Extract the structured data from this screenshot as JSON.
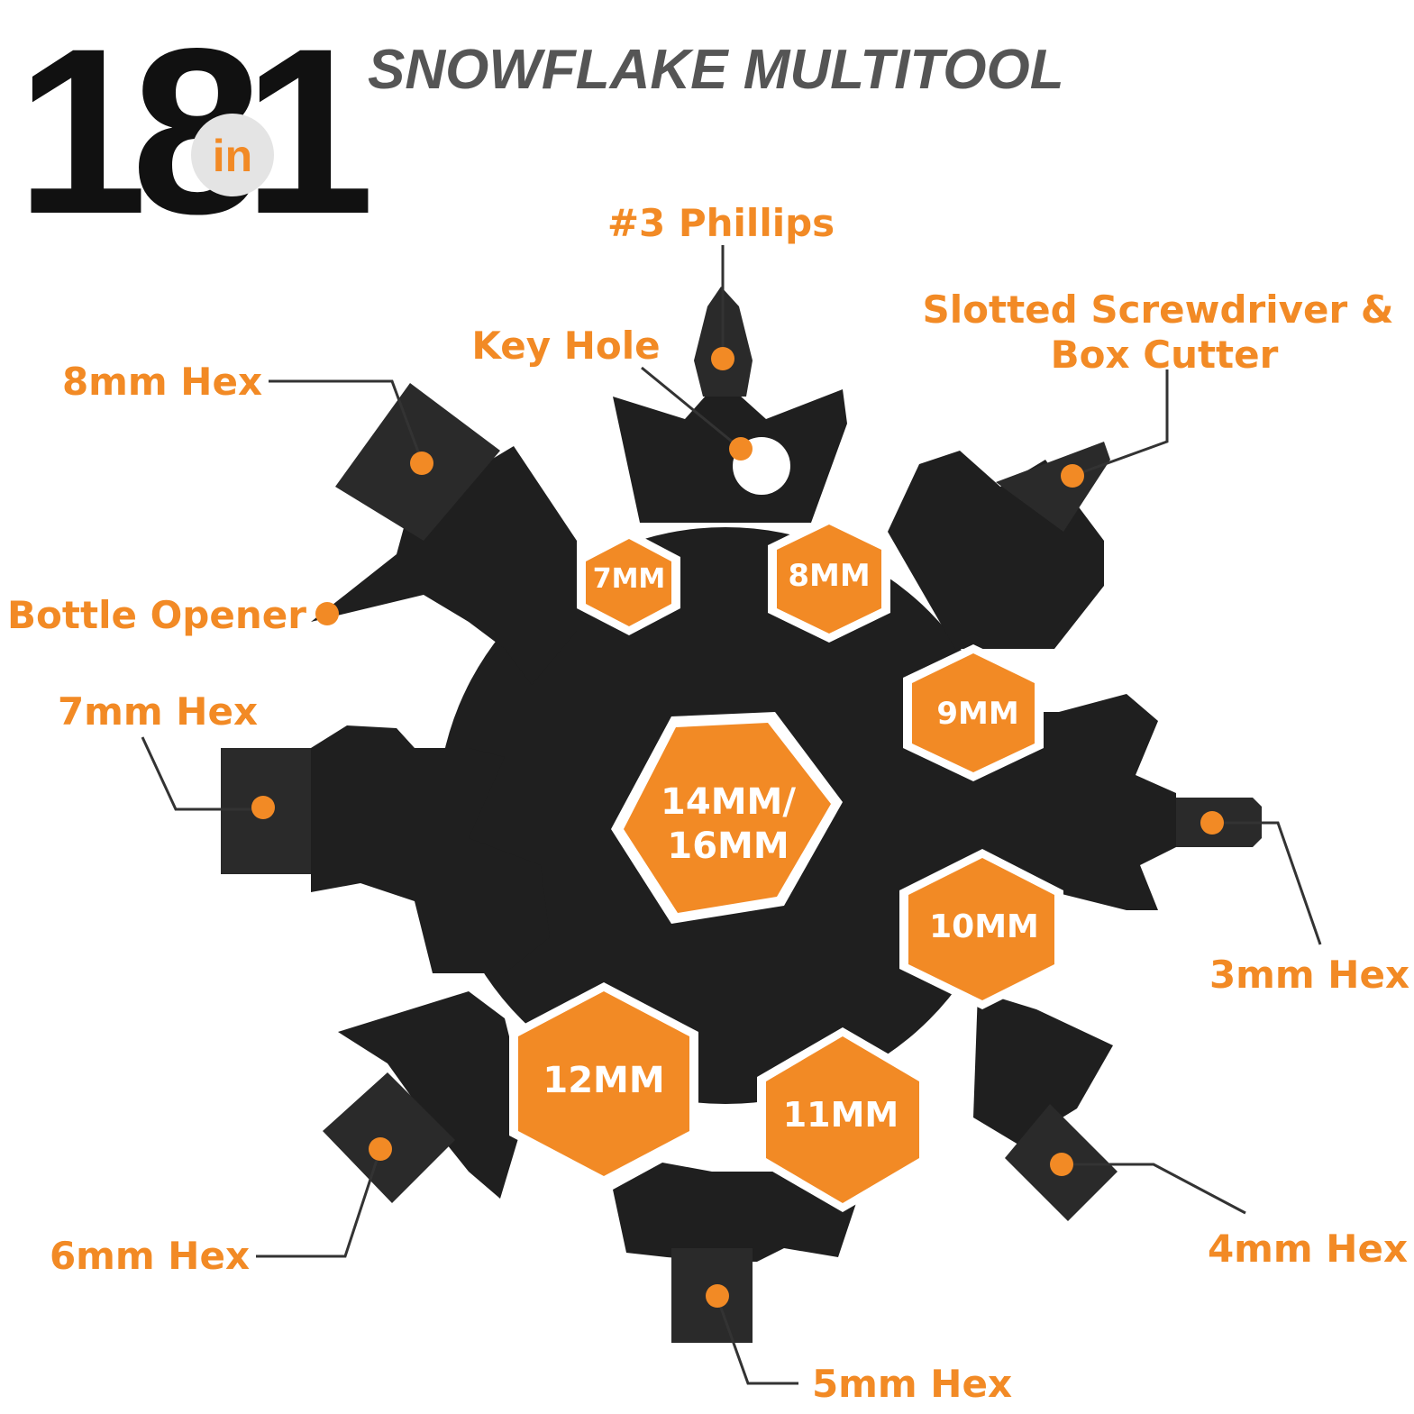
{
  "header": {
    "count_big": "18",
    "in_word": "in",
    "count_small": "1",
    "product_title": "SNOWFLAKE MULTITOOL"
  },
  "colors": {
    "accent": "#f28a25",
    "tool_body": "#1f1f1f",
    "hex_outline": "#ffffff"
  },
  "sockets": [
    "7MM",
    "8MM",
    "9MM",
    "10MM",
    "11MM",
    "12MM",
    "14MM/",
    "16MM"
  ],
  "callouts": {
    "phillips": "#3 Phillips",
    "key_hole": "Key Hole",
    "slotted_line1": "Slotted Screwdriver &",
    "slotted_line2": "Box Cutter",
    "hex_8mm": "8mm Hex",
    "bottle_opener": "Bottle Opener",
    "hex_7mm": "7mm Hex",
    "hex_3mm": "3mm Hex",
    "hex_6mm": "6mm Hex",
    "hex_4mm": "4mm Hex",
    "hex_5mm": "5mm Hex"
  },
  "icons": [
    "multitool-illustration",
    "callout-dot-icon"
  ]
}
